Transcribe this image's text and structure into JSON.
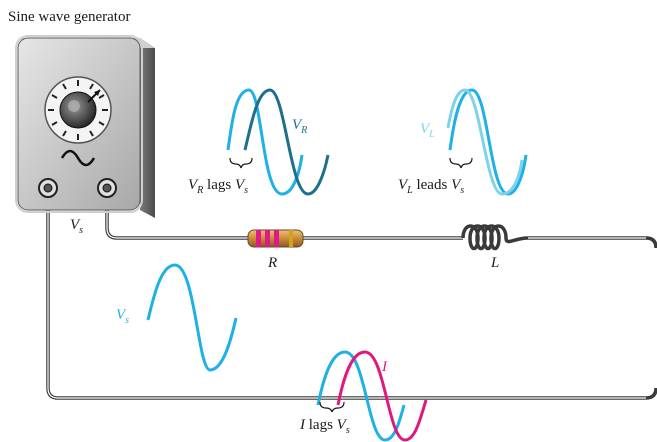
{
  "generator": {
    "title": "Sine wave generator",
    "source_label": "V",
    "source_sub": "s"
  },
  "resistor": {
    "label": "R"
  },
  "inductor": {
    "label": "L"
  },
  "waves": {
    "vr": {
      "label": "V",
      "label_sub": "R",
      "caption_a": "V",
      "caption_a_sub": "R",
      "caption_mid": " lags ",
      "caption_b": "V",
      "caption_b_sub": "s"
    },
    "vl": {
      "label": "V",
      "label_sub": "L",
      "caption_a": "V",
      "caption_a_sub": "L",
      "caption_mid": " leads ",
      "caption_b": "V",
      "caption_b_sub": "s"
    },
    "vs": {
      "label": "V",
      "label_sub": "s"
    },
    "i": {
      "label": "I",
      "caption_a": "I",
      "caption_mid": " lags ",
      "caption_b": "V",
      "caption_b_sub": "s"
    }
  },
  "colors": {
    "vs": "#1fb0e6",
    "vr": "#1d6f8c",
    "vl": "#7fd3e8",
    "i": "#e0197d",
    "wire": "#3a3a3a",
    "generator": "#9a9a9a",
    "resistor": "#c98a3c"
  }
}
